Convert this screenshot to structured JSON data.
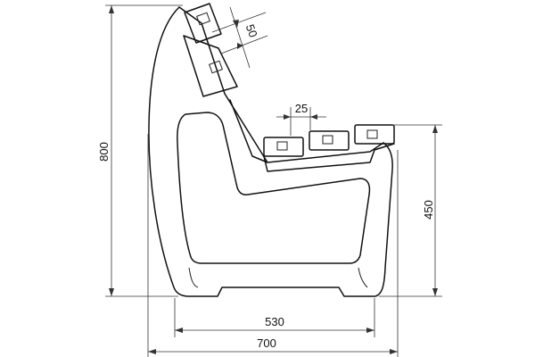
{
  "drawing": {
    "subject": "bench side view",
    "dimensions": {
      "overall_height": "800",
      "overall_width": "700",
      "leg_span": "530",
      "seat_height": "450",
      "backrest_slat_gap": "50",
      "seat_slat_gap": "25"
    },
    "unit": "mm"
  }
}
